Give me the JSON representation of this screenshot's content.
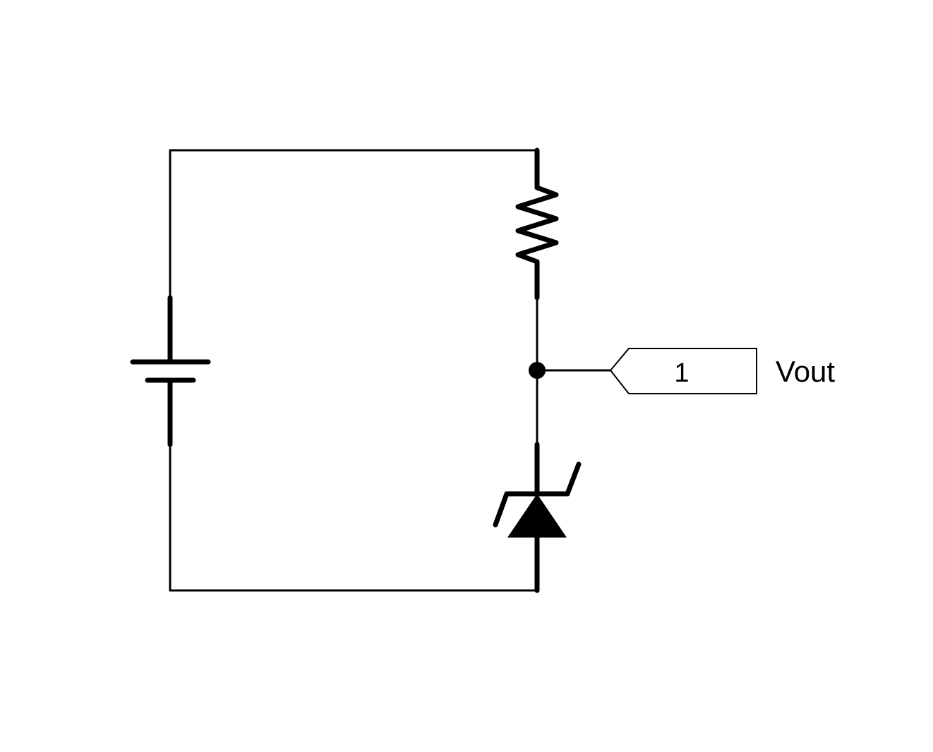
{
  "diagram": {
    "components": {
      "battery": {
        "kind": "battery"
      },
      "resistor": {
        "kind": "resistor"
      },
      "zener": {
        "kind": "zener-diode"
      }
    },
    "output_port": {
      "number": "1",
      "label": "Vout"
    }
  }
}
